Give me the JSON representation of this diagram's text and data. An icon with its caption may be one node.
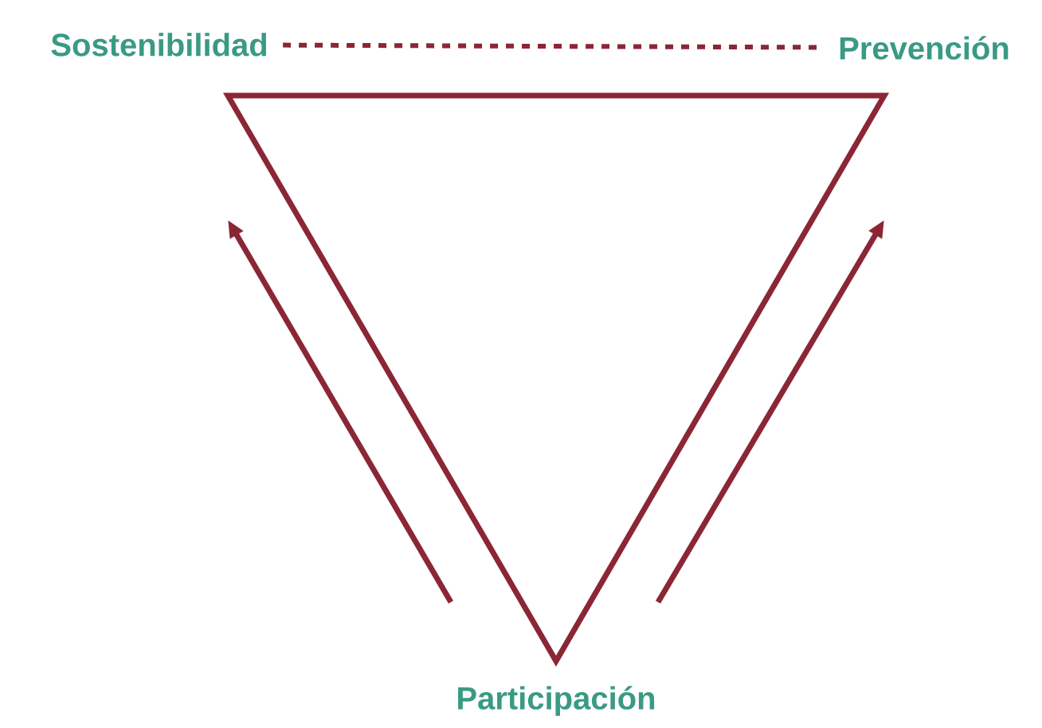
{
  "diagram": {
    "nodes": [
      {
        "text": [
          "Sostenibilidad"
        ]
      },
      {
        "text": [
          "Prevención"
        ]
      },
      {
        "text": [
          "Participación"
        ]
      }
    ],
    "edges": [
      {
        "from": 0,
        "to": 1,
        "arrow": "none",
        "style": "dashed"
      }
    ]
  }
}
